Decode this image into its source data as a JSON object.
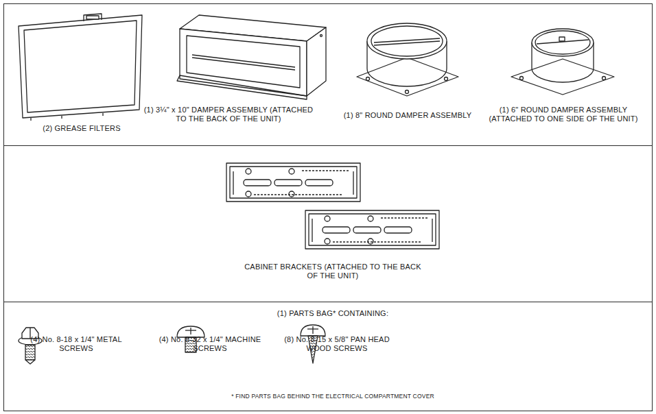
{
  "diagram": {
    "nodes": [
      {
        "text": [
          "(2) GREASE FILTERS",
          "(1) 3¼\" x 10\" DAMPER ASSEMBLY (ATTACHED TO THE BACK OF THE UNIT)",
          "(1) 8\" ROUND DAMPER ASSEMBLY",
          "(1) 6\" ROUND DAMPER ASSEMBLY (ATTACHED TO ONE SIDE OF THE UNIT)"
        ]
      },
      {
        "text": [
          "CABINET BRACKETS (ATTACHED TO THE BACK OF THE UNIT)"
        ]
      },
      {
        "text": [
          "(1) PARTS BAG* CONTAINING:",
          "(4) No. 8-18 x 1/4\" METAL SCREWS",
          "(4) No. 8-32 x 1/4\" MACHINE SCREWS",
          "(8) No. 8-15 x 5/8\" PAN HEAD WOOD SCREWS",
          "* FIND PARTS BAG BEHIND THE ELECTRICAL COMPARTMENT COVER"
        ]
      }
    ]
  }
}
